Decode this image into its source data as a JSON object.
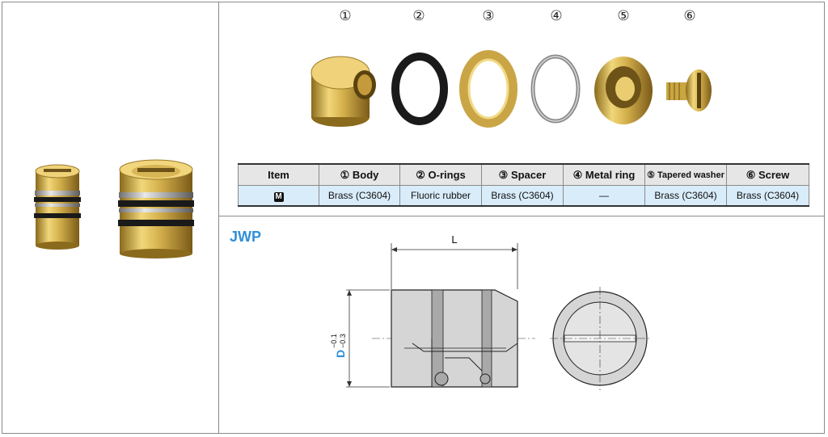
{
  "part_numbers": [
    "①",
    "②",
    "③",
    "④",
    "⑤",
    "⑥"
  ],
  "table": {
    "headers": [
      "Item",
      "① Body",
      "② O-rings",
      "③ Spacer",
      "④ Metal ring",
      "⑤ Tapered washer",
      "⑥ Screw"
    ],
    "rows": [
      {
        "badge": "M",
        "cells": [
          "Brass (C3604)",
          "Fluoric rubber",
          "Brass (C3604)",
          "—",
          "Brass (C3604)",
          "Brass (C3604)"
        ]
      }
    ]
  },
  "section_label": "JWP",
  "drawing": {
    "length_label": "L",
    "diameter_label": "D",
    "tolerance_upper": "−0.1",
    "tolerance_lower": "−0.3"
  },
  "colors": {
    "accent": "#2f8fd8",
    "brass": "#c9a640",
    "header_bg": "#e6e6e6",
    "row_bg": "#d9ecfa"
  }
}
